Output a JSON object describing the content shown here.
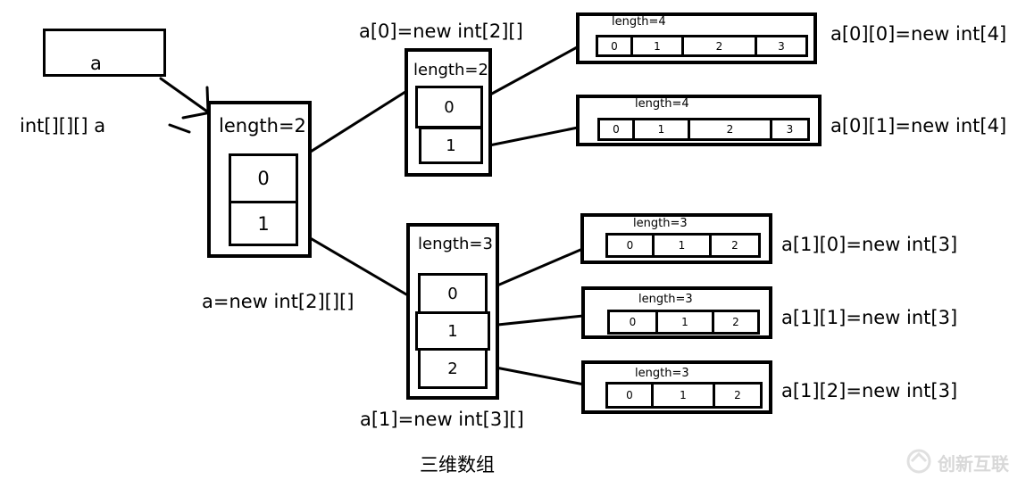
{
  "var_box_label": "a",
  "declaration": "int[][][] a",
  "top": {
    "length_label": "length=2",
    "cells": [
      "0",
      "1"
    ],
    "caption": "a=new int[2][][]"
  },
  "a0": {
    "caption": "a[0]=new int[2][]",
    "length_label": "length=2",
    "cells": [
      "0",
      "1"
    ]
  },
  "a1": {
    "caption": "a[1]=new int[3][]",
    "length_label": "length=3",
    "cells": [
      "0",
      "1",
      "2"
    ]
  },
  "a00": {
    "length_label": "length=4",
    "cells": [
      "0",
      "1",
      "2",
      "3"
    ],
    "caption": "a[0][0]=new int[4]"
  },
  "a01": {
    "length_label": "length=4",
    "cells": [
      "0",
      "1",
      "2",
      "3"
    ],
    "caption": "a[0][1]=new int[4]"
  },
  "a10": {
    "length_label": "length=3",
    "cells": [
      "0",
      "1",
      "2"
    ],
    "caption": "a[1][0]=new int[3]"
  },
  "a11": {
    "length_label": "length=3",
    "cells": [
      "0",
      "1",
      "2"
    ],
    "caption": "a[1][1]=new int[3]"
  },
  "a12": {
    "length_label": "length=3",
    "cells": [
      "0",
      "1",
      "2"
    ],
    "caption": "a[1][2]=new int[3]"
  },
  "title": "三维数组",
  "watermark": "创新互联"
}
